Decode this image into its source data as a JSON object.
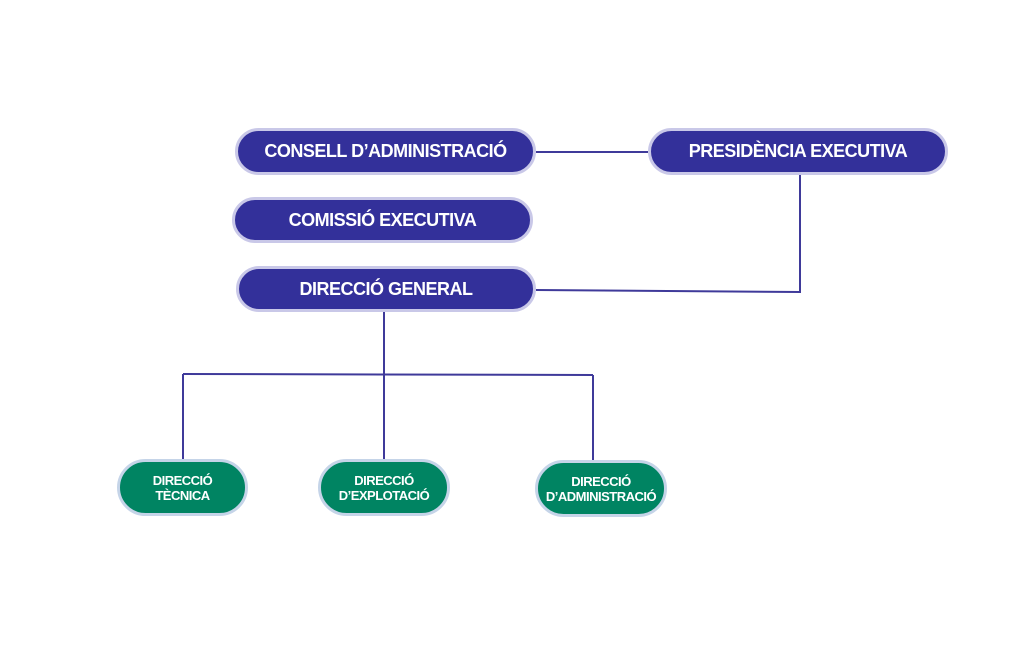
{
  "colors": {
    "blue": "#33309a",
    "green": "#008462",
    "line": "#3f3a9a"
  },
  "nodes": {
    "consell": "CONSELL D’ADMINISTRACIÓ",
    "presidencia": "PRESIDÈNCIA EXECUTIVA",
    "comissio": "COMISSIÓ EXECUTIVA",
    "general": "DIRECCIÓ GENERAL",
    "tecnica": {
      "line1": "DIRECCIÓ",
      "line2": "TÈCNICA"
    },
    "explotacio": {
      "line1": "DIRECCIÓ",
      "line2": "D’EXPLOTACIÓ"
    },
    "administracio": {
      "line1": "DIRECCIÓ",
      "line2": "D’ADMINISTRACIÓ"
    }
  }
}
